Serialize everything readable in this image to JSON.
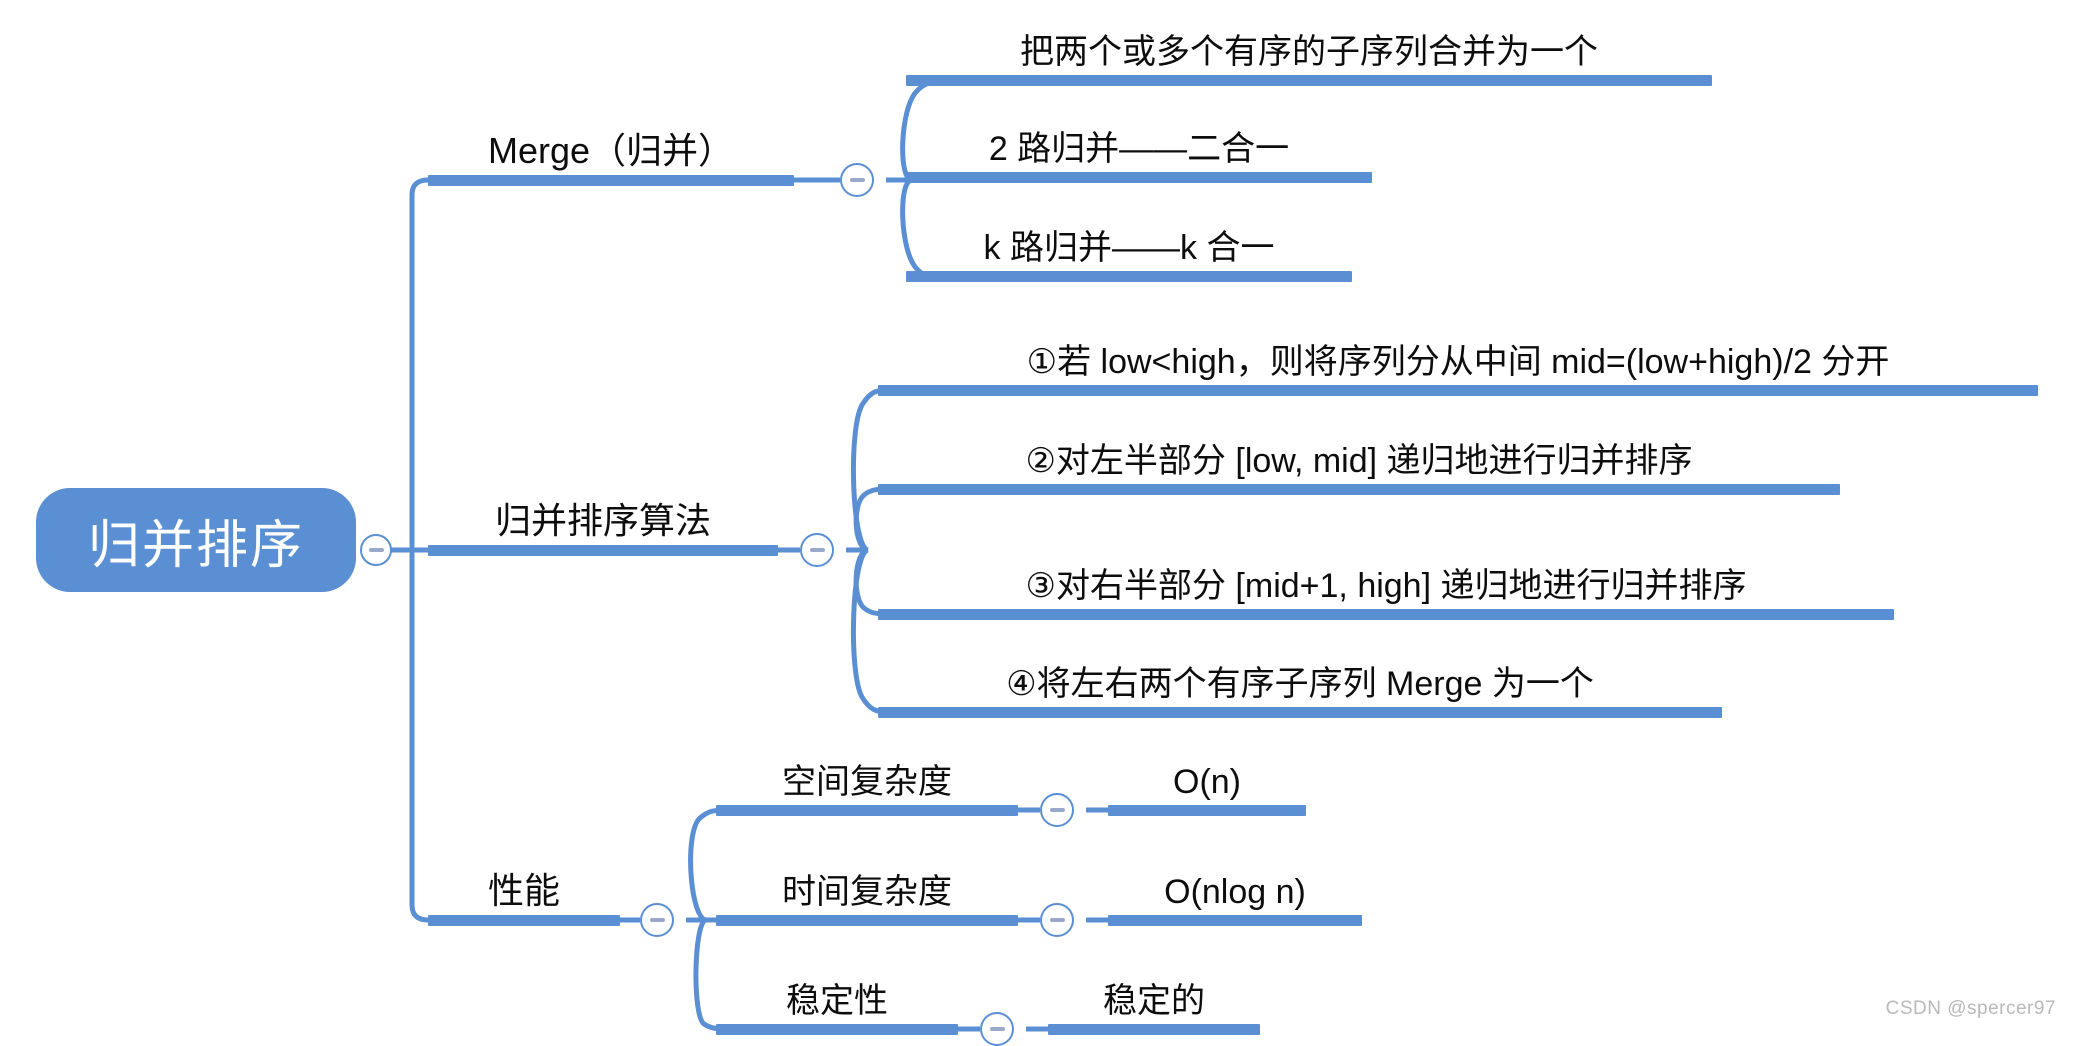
{
  "diagram": {
    "type": "mindmap",
    "title": "归并排序",
    "accent_color": "#5B8FD3",
    "text_color": "#0d0d0d",
    "background": "#ffffff",
    "root": {
      "label": "归并排序",
      "toggle": "collapse-minus"
    },
    "branches": [
      {
        "label": "Merge（归并）",
        "toggle": "collapse-minus",
        "children": [
          {
            "label": "把两个或多个有序的子序列合并为一个"
          },
          {
            "label": "2 路归并——二合一"
          },
          {
            "label": "k 路归并——k 合一"
          }
        ]
      },
      {
        "label": "归并排序算法",
        "toggle": "collapse-minus",
        "children": [
          {
            "label": "①若 low<high，则将序列分从中间 mid=(low+high)/2 分开"
          },
          {
            "label": "②对左半部分 [low, mid] 递归地进行归并排序"
          },
          {
            "label": "③对右半部分 [mid+1, high] 递归地进行归并排序"
          },
          {
            "label": "④将左右两个有序子序列 Merge 为一个"
          }
        ]
      },
      {
        "label": "性能",
        "toggle": "collapse-minus",
        "children": [
          {
            "label": "空间复杂度",
            "toggle": "collapse-minus",
            "value": "O(n)"
          },
          {
            "label": "时间复杂度",
            "toggle": "collapse-minus",
            "value": "O(nlog n)"
          },
          {
            "label": "稳定性",
            "toggle": "collapse-minus",
            "value": "稳定的"
          }
        ]
      }
    ]
  },
  "watermark": {
    "text": "CSDN @spercer97"
  }
}
